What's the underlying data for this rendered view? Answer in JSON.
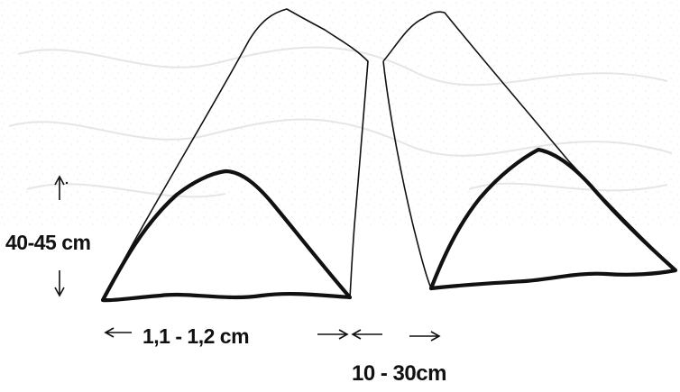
{
  "diagram": {
    "height_label": "40-45 cm",
    "width_label": "1,1 - 1,2 cm",
    "gap_label": "10 - 30cm",
    "arrows": {
      "up": "↑",
      "down": "↓",
      "left": "←",
      "right": "→"
    },
    "colors": {
      "ink": "#111111",
      "background": "#ffffff",
      "texture": "#e2e2e2"
    }
  }
}
